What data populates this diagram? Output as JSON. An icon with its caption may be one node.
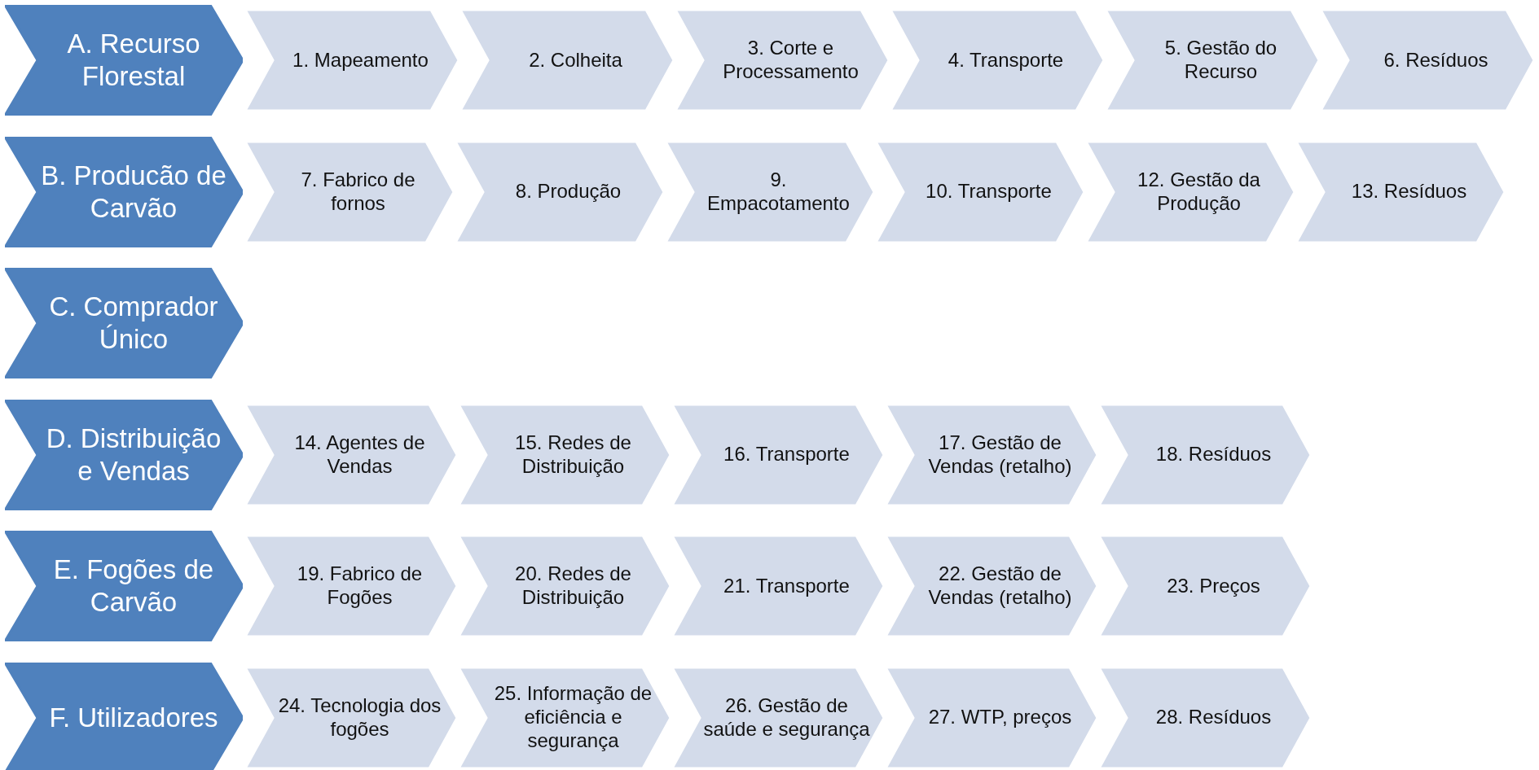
{
  "diagram": {
    "nodes": [
      {
        "text": [
          "A. Recurso Florestal"
        ]
      },
      {
        "text": [
          "1. Mapeamento"
        ]
      },
      {
        "text": [
          "2. Colheita"
        ]
      },
      {
        "text": [
          "3. Corte e Processamento"
        ]
      },
      {
        "text": [
          "4. Transporte"
        ]
      },
      {
        "text": [
          "5. Gestão do Recurso"
        ]
      },
      {
        "text": [
          "6. Resíduos"
        ]
      },
      {
        "text": [
          "B. Producão de Carvão"
        ]
      },
      {
        "text": [
          "7. Fabrico de fornos"
        ]
      },
      {
        "text": [
          "8. Produção"
        ]
      },
      {
        "text": [
          "9. Empacotamento"
        ]
      },
      {
        "text": [
          "10. Transporte"
        ]
      },
      {
        "text": [
          "12. Gestão da Produção"
        ]
      },
      {
        "text": [
          "13. Resíduos"
        ]
      },
      {
        "text": [
          "C. Comprador Único"
        ]
      },
      {
        "text": [
          "D. Distribuição e Vendas"
        ]
      },
      {
        "text": [
          "14. Agentes de Vendas"
        ]
      },
      {
        "text": [
          "15. Redes de Distribuição"
        ]
      },
      {
        "text": [
          "16. Transporte"
        ]
      },
      {
        "text": [
          "17. Gestão de Vendas (retalho)"
        ]
      },
      {
        "text": [
          "18. Resíduos"
        ]
      },
      {
        "text": [
          "E. Fogões de Carvão"
        ]
      },
      {
        "text": [
          "19. Fabrico de Fogões"
        ]
      },
      {
        "text": [
          "20. Redes de Distribuição"
        ]
      },
      {
        "text": [
          "21. Transporte"
        ]
      },
      {
        "text": [
          "22. Gestão de Vendas (retalho)"
        ]
      },
      {
        "text": [
          "23. Preços"
        ]
      },
      {
        "text": [
          "F. Utilizadores"
        ]
      },
      {
        "text": [
          "24. Tecnologia dos fogões"
        ]
      },
      {
        "text": [
          "25. Informação de eficiência e segurança"
        ]
      },
      {
        "text": [
          "26. Gestão de saúde e segurança"
        ]
      },
      {
        "text": [
          "27. WTP, preços"
        ]
      },
      {
        "text": [
          "28. Resíduos"
        ]
      }
    ]
  }
}
